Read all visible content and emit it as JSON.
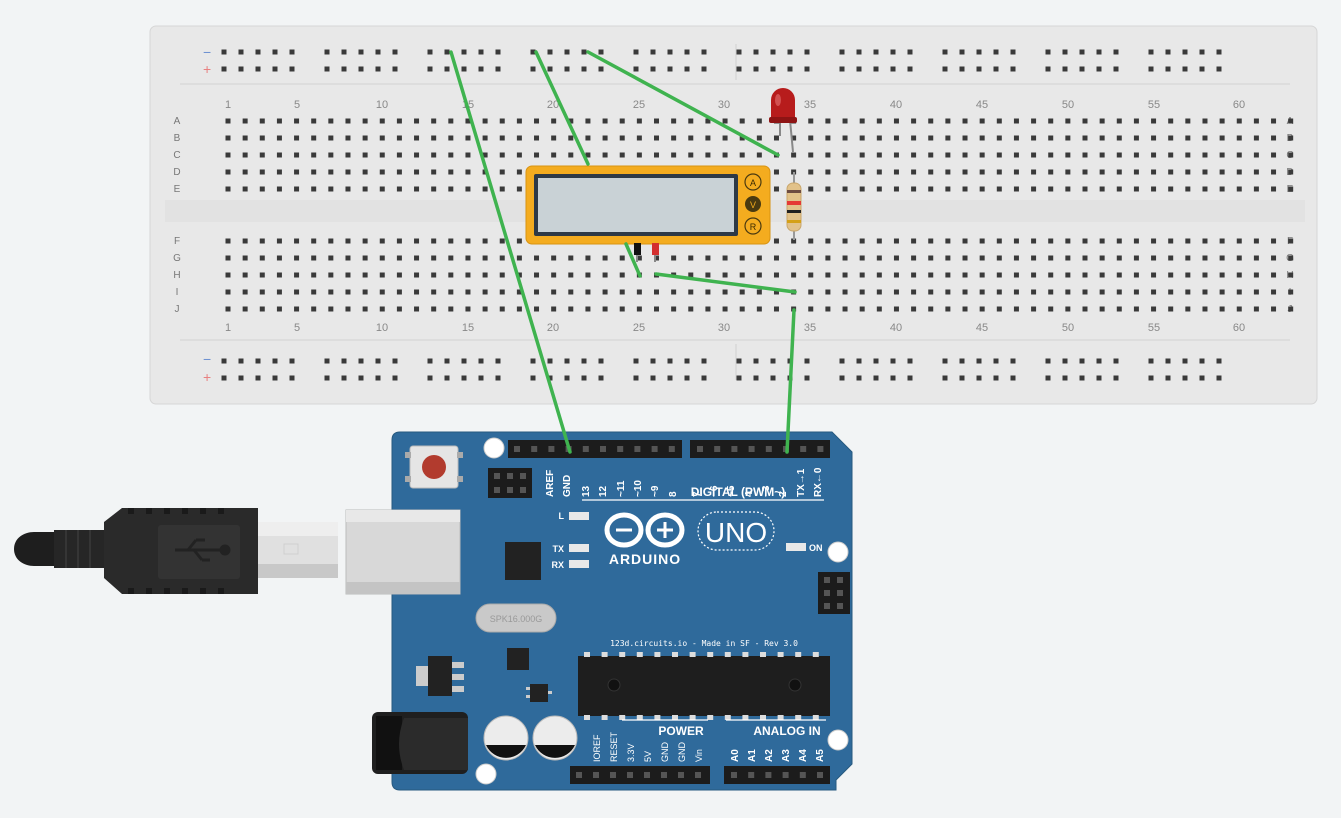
{
  "breadboard": {
    "rail_minus": "−",
    "rail_plus": "+",
    "row_letters_top": [
      "A",
      "B",
      "C",
      "D",
      "E"
    ],
    "row_letters_bottom": [
      "F",
      "G",
      "H",
      "I",
      "J"
    ],
    "column_numbers": [
      "1",
      "5",
      "10",
      "15",
      "20",
      "25",
      "30",
      "35",
      "40",
      "45",
      "50",
      "55",
      "60"
    ]
  },
  "multimeter": {
    "mode_a": "A",
    "mode_v": "V",
    "mode_r": "R",
    "display": ""
  },
  "arduino": {
    "logo_text": "ARDUINO",
    "model": "UNO",
    "on_label": "ON",
    "led_l": "L",
    "led_tx": "TX",
    "led_rx": "RX",
    "digital_label": "DIGITAL (PWM~)",
    "digital_pins": [
      "AREF",
      "GND",
      "13",
      "12",
      "~11",
      "~10",
      "~9",
      "8",
      "7",
      "~6",
      "~5",
      "4",
      "~3",
      "2",
      "TX→1",
      "RX←0"
    ],
    "power_label": "POWER",
    "power_pins": [
      "IOREF",
      "RESET",
      "3.3V",
      "5V",
      "GND",
      "GND",
      "Vin"
    ],
    "analog_label": "ANALOG IN",
    "analog_pins": [
      "A0",
      "A1",
      "A2",
      "A3",
      "A4",
      "A5"
    ],
    "board_text": "123d.circuits.io - Made in SF - Rev 3.0",
    "crystal_text": "SPK16.000G"
  },
  "colors": {
    "breadboard": "#e6e6e6",
    "wire": "#3fb34f",
    "board_blue": "#2f6a9b",
    "multimeter_orange": "#f4ac1f",
    "led_red": "#c62828"
  }
}
